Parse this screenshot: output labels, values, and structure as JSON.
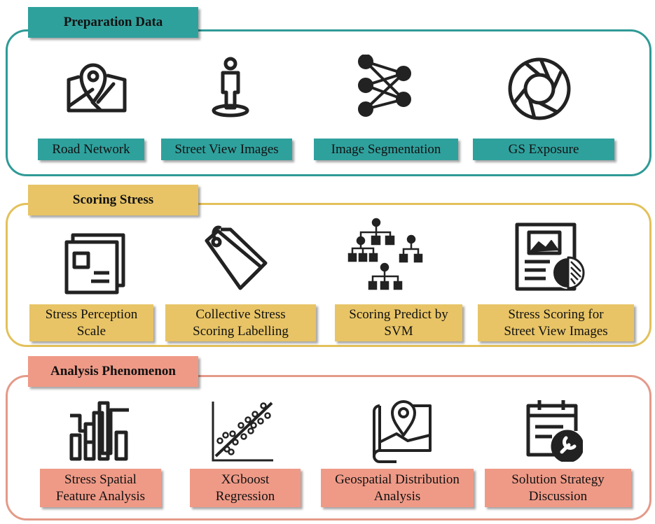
{
  "sections": [
    {
      "title": "Preparation Data",
      "color": "#2fa19d",
      "items": [
        {
          "label": "Road Network",
          "icon": "map-pin-icon"
        },
        {
          "label": "Street View Images",
          "icon": "street-view-person-icon"
        },
        {
          "label": "Image Segmentation",
          "icon": "neural-network-icon"
        },
        {
          "label": "GS Exposure",
          "icon": "camera-aperture-icon"
        }
      ]
    },
    {
      "title": "Scoring Stress",
      "color": "#e8c466",
      "items": [
        {
          "label": "Stress Perception\nScale",
          "icon": "stacked-cards-icon"
        },
        {
          "label": "Collective Stress\nScoring Labelling",
          "icon": "price-tags-icon"
        },
        {
          "label": "Scoring Predict by\nSVM",
          "icon": "hierarchy-tree-icon"
        },
        {
          "label": "Stress Scoring for\nStreet View Images",
          "icon": "image-report-icon"
        }
      ]
    },
    {
      "title": "Analysis Phenomenon",
      "color": "#ef9a87",
      "items": [
        {
          "label": "Stress Spatial\nFeature Analysis",
          "icon": "bar-line-chart-icon"
        },
        {
          "label": "XGboost\nRegression",
          "icon": "scatter-plot-icon"
        },
        {
          "label": "Geospatial Distribution\nAnalysis",
          "icon": "map-scroll-pin-icon"
        },
        {
          "label": "Solution Strategy\nDiscussion",
          "icon": "calendar-wrench-icon"
        }
      ]
    }
  ]
}
